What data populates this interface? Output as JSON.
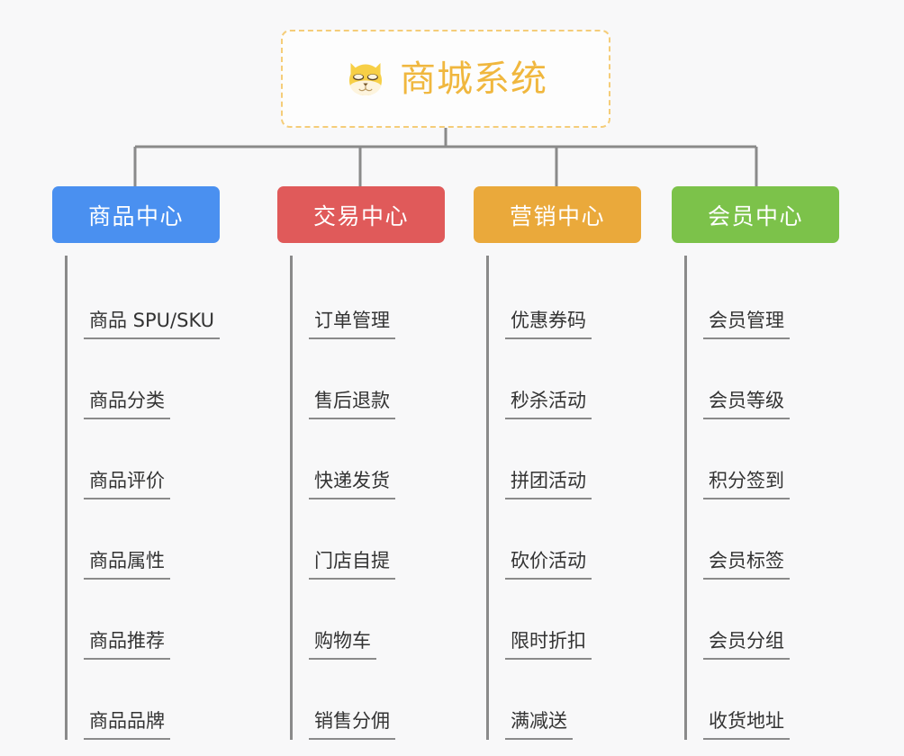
{
  "background_color": "#f8f8f9",
  "root": {
    "title": "商城系统",
    "icon": "shiba-dog-emoji",
    "text_color": "#f0b73e",
    "border_color": "#f5cd79"
  },
  "connector_color": "#8a8a8a",
  "columns": [
    {
      "id": "product-center",
      "label": "商品中心",
      "color": "#4a90f0",
      "items": [
        {
          "label": "商品 SPU/SKU"
        },
        {
          "label": "商品分类"
        },
        {
          "label": "商品评价"
        },
        {
          "label": "商品属性"
        },
        {
          "label": "商品推荐"
        },
        {
          "label": "商品品牌"
        }
      ]
    },
    {
      "id": "trade-center",
      "label": "交易中心",
      "color": "#e05a5a",
      "items": [
        {
          "label": "订单管理"
        },
        {
          "label": "售后退款"
        },
        {
          "label": "快递发货"
        },
        {
          "label": "门店自提"
        },
        {
          "label": "购物车"
        },
        {
          "label": "销售分佣"
        }
      ]
    },
    {
      "id": "marketing-center",
      "label": "营销中心",
      "color": "#eaa93b",
      "items": [
        {
          "label": "优惠券码"
        },
        {
          "label": "秒杀活动"
        },
        {
          "label": "拼团活动"
        },
        {
          "label": "砍价活动"
        },
        {
          "label": "限时折扣"
        },
        {
          "label": "满减送"
        }
      ]
    },
    {
      "id": "member-center",
      "label": "会员中心",
      "color": "#7cc24a",
      "items": [
        {
          "label": "会员管理"
        },
        {
          "label": "会员等级"
        },
        {
          "label": "积分签到"
        },
        {
          "label": "会员标签"
        },
        {
          "label": "会员分组"
        },
        {
          "label": "收货地址"
        }
      ]
    }
  ]
}
